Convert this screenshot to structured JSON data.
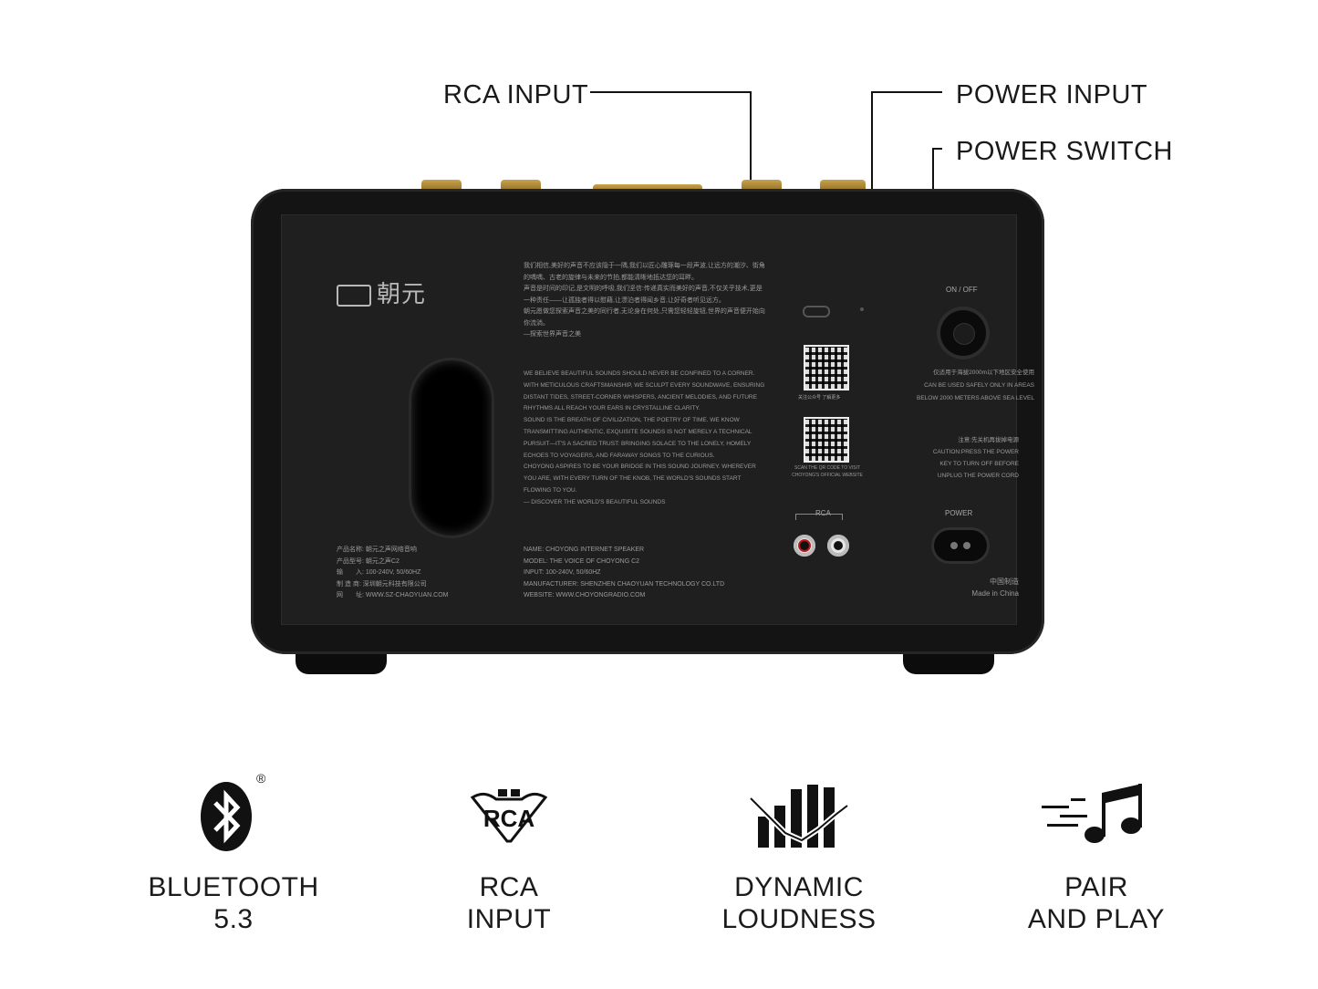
{
  "callouts": {
    "rca_input": "RCA INPUT",
    "power_input": "POWER INPUT",
    "power_switch": "POWER SWITCH"
  },
  "panel": {
    "logo": "朝元",
    "cn_text": "我们相信,美好的声音不应该隐于一隅,我们以匠心雕琢每一段声波,让远方的潮汐、街角的喁喁、古老的旋律与未来的节拍,都能清晰地抵达您的耳畔。\n声音是时间的印记,是文明的呼吸,我们坚信:传递真实而美好的声音,不仅关乎技术,更是一种责任——让孤独者得以慰藉,让漂泊者得闻乡音,让好奇者听见远方。\n朝元愿做您探索声音之美的同行者,无论身在何处,只需您轻轻旋钮,世界的声音便开始向你流淌。\n—探索世界声音之美",
    "en_text": "WE BELIEVE BEAUTIFUL SOUNDS SHOULD NEVER BE CONFINED TO A CORNER. WITH METICULOUS CRAFTSMANSHIP, WE SCULPT EVERY SOUNDWAVE, ENSURING DISTANT TIDES, STREET-CORNER WHISPERS, ANCIENT MELODIES, AND FUTURE RHYTHMS ALL REACH YOUR EARS IN CRYSTALLINE CLARITY.\nSOUND IS THE BREATH OF CIVILIZATION, THE POETRY OF TIME. WE KNOW TRANSMITTING AUTHENTIC, EXQUISITE SOUNDS IS NOT MERELY A TECHNICAL PURSUIT—IT'S A SACRED TRUST: BRINGING SOLACE TO THE LONELY, HOMELY ECHOES TO VOYAGERS, AND FARAWAY SONGS TO THE CURIOUS.\nCHOYONG ASPIRES TO BE YOUR BRIDGE IN THIS SOUND JOURNEY. WHEREVER YOU ARE, WITH EVERY TURN OF THE KNOB, THE WORLD'S SOUNDS START FLOWING TO YOU.\n— DISCOVER THE WORLD'S BEAUTIFUL SOUNDS",
    "cn_spec": "产品名称: 朝元之声网络音响\n产品型号: 朝元之声C2\n输　　入: 100-240V, 50/60HZ\n制 造 商: 深圳朝元科技有限公司\n网　　址: WWW.SZ-CHAOYUAN.COM",
    "en_spec": "NAME: CHOYONG INTERNET SPEAKER\nMODEL: THE VOICE OF CHOYONG C2\nINPUT: 100-240V, 50/60HZ\nMANUFACTURER: SHENZHEN CHAOYUAN TECHNOLOGY CO.LTD\nWEBSITE: WWW.CHOYONGRADIO.COM",
    "qr1_caption": "关注公众号 了解更多",
    "qr2_caption": "SCAN THE QR CODE TO VISIT\nCHOYONG'S OFFICIAL WEBSITE",
    "rca_label": "RCA",
    "on_off": "ON / OFF",
    "altitude_text": "仅适用于海拔2000m以下地区安全使用\nCAN BE USED SAFELY ONLY IN AREAS\nBELOW 2000 METERS ABOVE SEA LEVEL",
    "caution_text": "注意:先关机再拔掉电源\nCAUTION:PRESS THE POWER\nKEY TO TURN OFF BEFORE\nUNPLUG THE POWER CORD",
    "power_label": "POWER",
    "made_in": "中国制造\nMade in China"
  },
  "features": [
    {
      "icon": "bluetooth-icon",
      "label": "BLUETOOTH\n5.3"
    },
    {
      "icon": "rca-icon",
      "label": "RCA\nINPUT"
    },
    {
      "icon": "equalizer-icon",
      "label": "DYNAMIC\nLOUDNESS"
    },
    {
      "icon": "music-note-icon",
      "label": "PAIR\nAND PLAY"
    }
  ],
  "icon_text": {
    "rca": "RCA",
    "registered": "®"
  }
}
